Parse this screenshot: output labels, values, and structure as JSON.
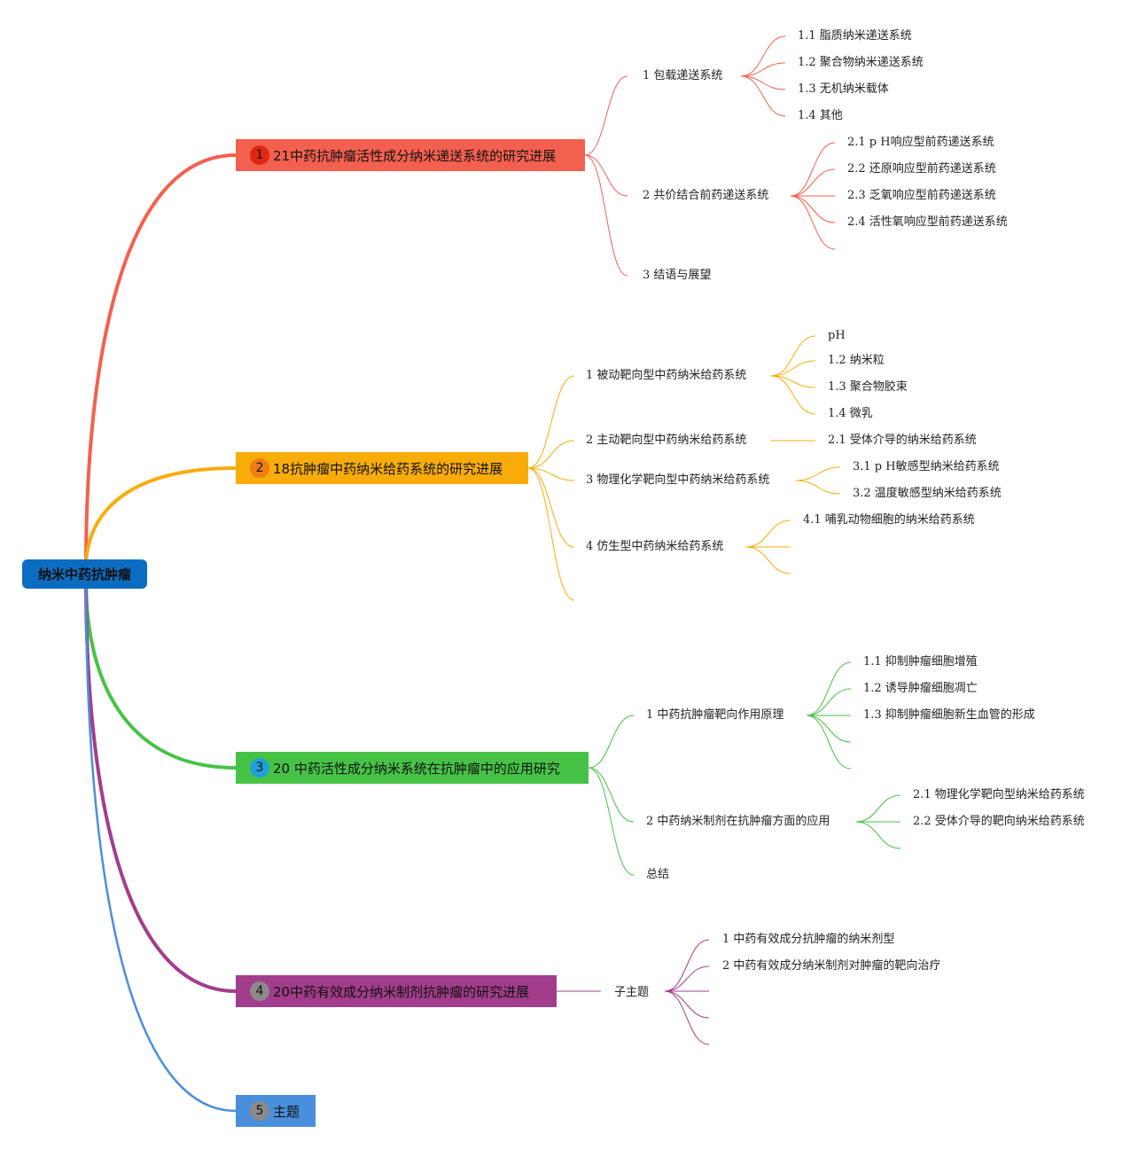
{
  "root": {
    "label": "纳米中药抗肿瘤"
  },
  "branches": [
    {
      "num": "1",
      "label": "21中药抗肿瘤活性成分纳米递送系统的研究进展",
      "color": "#f4604f",
      "num_color": "#e0260f",
      "children": [
        {
          "label": "1 包载递送系统",
          "children": [
            "1.1 脂质纳米递送系统",
            "1.2 聚合物纳米递送系统",
            "1.3 无机纳米载体",
            "1.4 其他"
          ]
        },
        {
          "label": "2 共价结合前药递送系统",
          "children": [
            "2.1 p H响应型前药递送系统",
            "2.2 还原响应型前药递送系统",
            "2.3 乏氧响应型前药递送系统",
            "2.4 活性氧响应型前药递送系统"
          ]
        },
        {
          "label": "3 结语与展望"
        }
      ]
    },
    {
      "num": "2",
      "label": "18抗肿瘤中药纳米给药系统的研究进展",
      "color": "#f8ac0a",
      "num_color": "#ef7d12",
      "children": [
        {
          "label": "1 被动靶向型中药纳米给药系统",
          "children": [
            "pH",
            "1.2 纳米粒",
            "1.3 聚合物胶束",
            "1.4 微乳"
          ]
        },
        {
          "label": "2 主动靶向型中药纳米给药系统",
          "children": [
            "2.1 受体介导的纳米给药系统"
          ]
        },
        {
          "label": "3 物理化学靶向型中药纳米给药系统",
          "children": [
            "3.1 p H敏感型纳米给药系统",
            "3.2 温度敏感型纳米给药系统"
          ]
        },
        {
          "label": "4 仿生型中药纳米给药系统",
          "children": [
            "4.1 哺乳动物细胞的纳米给药系统"
          ]
        }
      ]
    },
    {
      "num": "3",
      "label": "20 中药活性成分纳米系统在抗肿瘤中的应用研究",
      "color": "#46c346",
      "num_color": "#1ea0d8",
      "children": [
        {
          "label": "1 中药抗肿瘤靶向作用原理",
          "children": [
            "1.1 抑制肿瘤细胞增殖",
            "1.2 诱导肿瘤细胞凋亡",
            "1.3 抑制肿瘤细胞新生血管的形成"
          ]
        },
        {
          "label": "2 中药纳米制剂在抗肿瘤方面的应用",
          "children": [
            "2.1 物理化学靶向型纳米给药系统",
            "2.2 受体介导的靶向纳米给药系统"
          ]
        },
        {
          "label": "总结"
        }
      ]
    },
    {
      "num": "4",
      "label": "20中药有效成分纳米制剂抗肿瘤的研究进展",
      "color": "#a23d8b",
      "num_color": "#8a8a8a",
      "children": [
        {
          "label": "子主题",
          "children": [
            "1 中药有效成分抗肿瘤的纳米剂型",
            "2 中药有效成分纳米制剂对肿瘤的靶向治疗"
          ]
        }
      ]
    },
    {
      "num": "5",
      "label": "主题",
      "color": "#4a8fdc",
      "num_color": "#8a8a8a",
      "children": []
    }
  ]
}
